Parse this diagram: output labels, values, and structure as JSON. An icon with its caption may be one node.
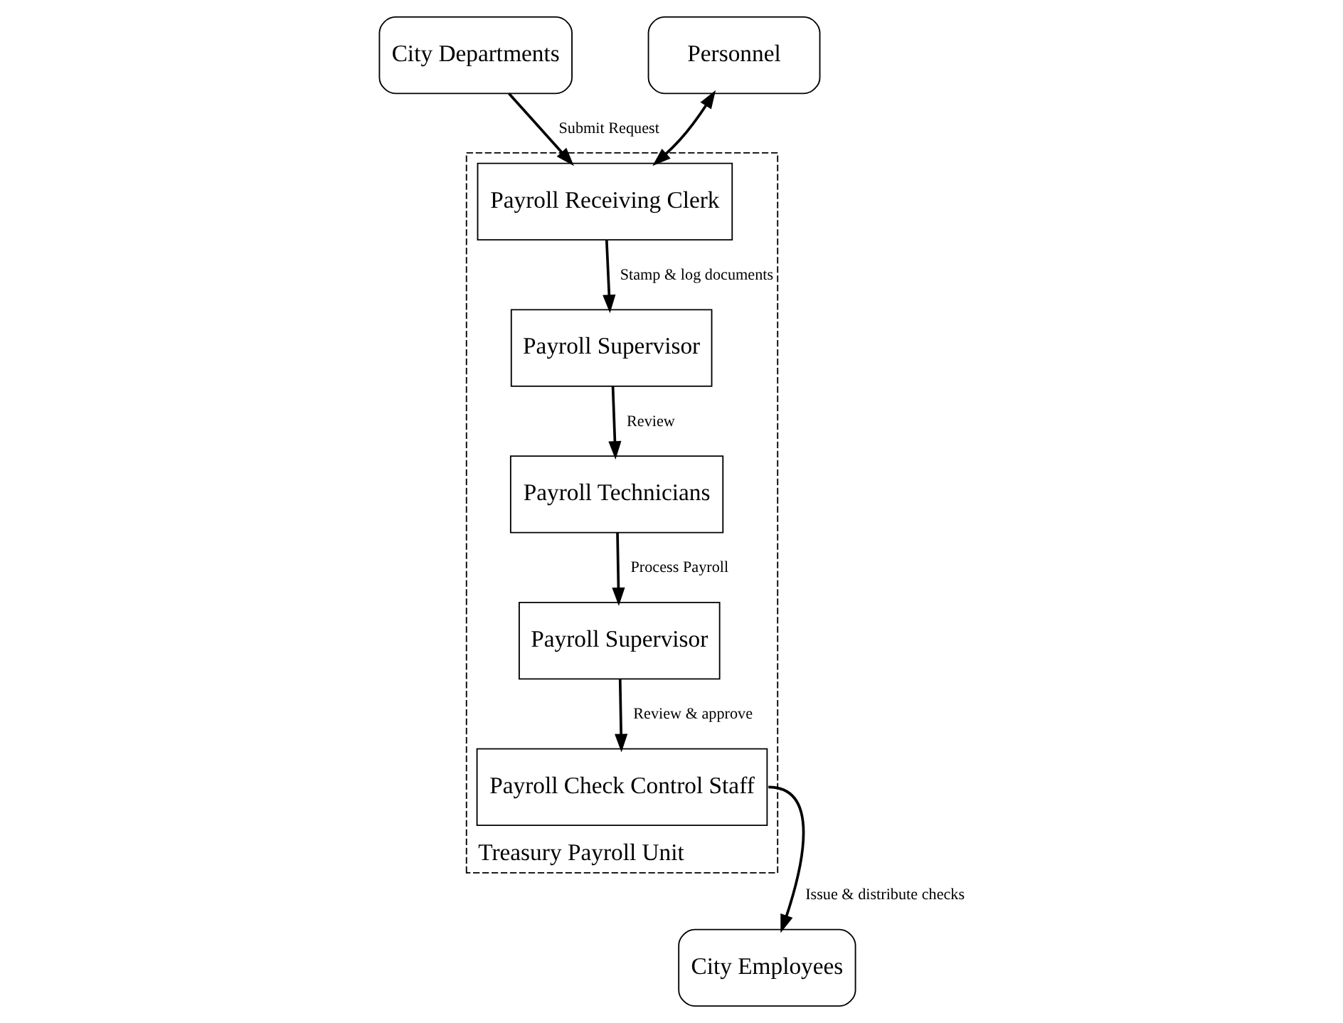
{
  "diagram": {
    "nodes": [
      {
        "text": [
          "Treasury Payroll Unit"
        ]
      },
      {
        "text": [
          "City Departments"
        ]
      },
      {
        "text": [
          "Personnel"
        ]
      },
      {
        "text": [
          "Payroll Receiving Clerk"
        ],
        "in": 0
      },
      {
        "text": [
          "Payroll Supervisor"
        ],
        "in": 0
      },
      {
        "text": [
          "Payroll Technicians"
        ],
        "in": 0
      },
      {
        "text": [
          "Payroll Supervisor"
        ],
        "in": 0
      },
      {
        "text": [
          "Payroll Check Control Staff"
        ],
        "in": 0
      },
      {
        "text": [
          "City Employees"
        ]
      }
    ],
    "edges": [
      {
        "from": 1,
        "to": 3,
        "arrow": "to",
        "label": "Submit Request"
      },
      {
        "from": 2,
        "to": 3,
        "arrow": "both"
      },
      {
        "from": 3,
        "to": 4,
        "arrow": "to",
        "label": "Stamp & log documents"
      },
      {
        "from": 4,
        "to": 5,
        "arrow": "to",
        "label": "Review"
      },
      {
        "from": 5,
        "to": 6,
        "arrow": "to",
        "label": "Process Payroll"
      },
      {
        "from": 6,
        "to": 7,
        "arrow": "to",
        "label": "Review & approve"
      },
      {
        "from": 7,
        "to": 8,
        "arrow": "to",
        "label": "Issue & distribute checks"
      }
    ]
  }
}
